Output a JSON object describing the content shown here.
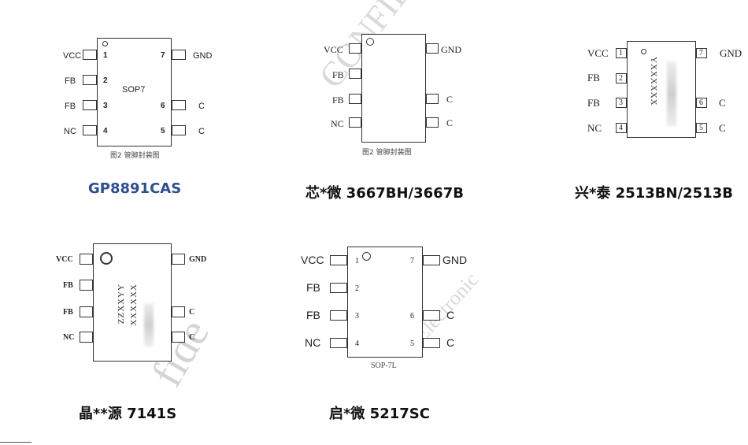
{
  "packages": [
    {
      "title": "GP8891CAS",
      "pins_left": [
        {
          "num": "1",
          "label": "VCC"
        },
        {
          "num": "2",
          "label": "FB"
        },
        {
          "num": "3",
          "label": "FB"
        },
        {
          "num": "4",
          "label": "NC"
        }
      ],
      "pins_right": [
        {
          "num": "7",
          "label": "GND"
        },
        {
          "num": "6",
          "label": "C"
        },
        {
          "num": "5",
          "label": "C"
        }
      ],
      "package_label": "SOP7",
      "caption": "图2 管脚封装图"
    },
    {
      "title": "芯*微 3667BH/3667B",
      "pins_left": [
        {
          "label": "VCC"
        },
        {
          "label": "FB"
        },
        {
          "label": "FB"
        },
        {
          "label": "NC"
        }
      ],
      "pins_right": [
        {
          "label": "GND"
        },
        {
          "label": "C"
        },
        {
          "label": "C"
        }
      ],
      "caption": "图2 管脚封装图",
      "watermark": "CONFIDE"
    },
    {
      "title": "兴*泰 2513BN/2513B",
      "pins_left": [
        {
          "num": "1",
          "label": "VCC"
        },
        {
          "num": "2",
          "label": "FB"
        },
        {
          "num": "3",
          "label": "FB"
        },
        {
          "num": "4",
          "label": "NC"
        }
      ],
      "pins_right": [
        {
          "num": "7",
          "label": "GND"
        },
        {
          "num": "6",
          "label": "C"
        },
        {
          "num": "5",
          "label": "C"
        }
      ],
      "marking": "YXXXXXX"
    },
    {
      "title": "晶**源 7141S",
      "pins_left": [
        {
          "label": "VCC"
        },
        {
          "label": "FB"
        },
        {
          "label": "FB"
        },
        {
          "label": "NC"
        }
      ],
      "pins_right": [
        {
          "label": "GND"
        },
        {
          "label": "C"
        },
        {
          "label": "C"
        }
      ],
      "marking1": "XXXXXX",
      "marking2": "ZZXXYY",
      "watermark": "fide"
    },
    {
      "title": "启*微 5217SC",
      "pins_left": [
        {
          "num": "1",
          "label": "VCC"
        },
        {
          "num": "2",
          "label": "FB"
        },
        {
          "num": "3",
          "label": "FB"
        },
        {
          "num": "4",
          "label": "NC"
        }
      ],
      "pins_right": [
        {
          "num": "7",
          "label": "GND"
        },
        {
          "num": "6",
          "label": "C"
        },
        {
          "num": "5",
          "label": "C"
        }
      ],
      "package_label": "SOP-7L",
      "watermark": "Electronic"
    }
  ]
}
